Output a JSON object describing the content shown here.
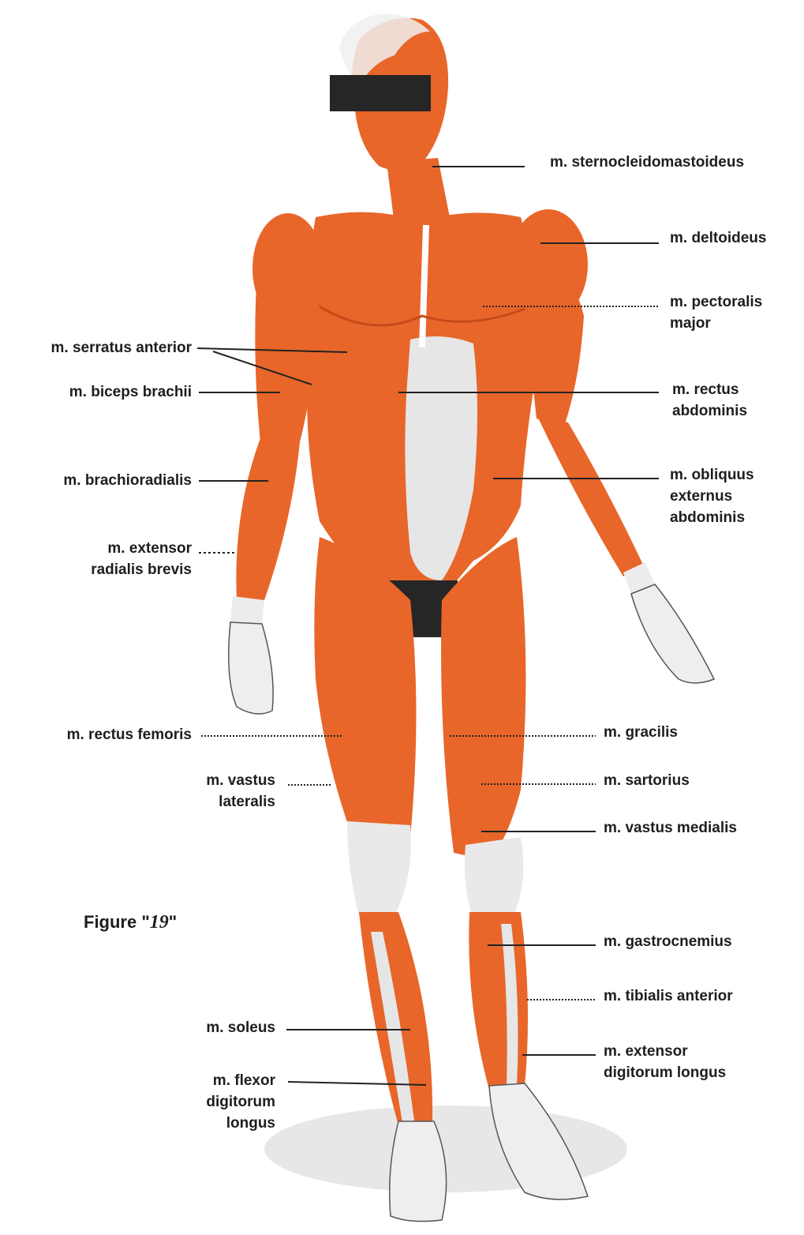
{
  "colors": {
    "muscle": "#e8662a",
    "muscle_dark": "#c44a1a",
    "tendon": "#e6e6e6",
    "shadow": "#d8d8d8",
    "ink": "#1e1e1e",
    "censor": "#262626"
  },
  "caption": {
    "prefix": "Figure \"",
    "number": "19",
    "suffix": "\""
  },
  "labels_left": {
    "serratus": "m. serratus anterior",
    "biceps": "m. biceps brachii",
    "brachioradialis": "m. brachioradialis",
    "extensor_radialis": [
      "m. extensor",
      "radialis brevis"
    ],
    "rectus_femoris": "m. rectus femoris",
    "vastus_lateralis": [
      "m. vastus",
      "lateralis"
    ],
    "soleus": "m. soleus",
    "flexor_digitorum": [
      "m. flexor",
      "digitorum",
      "longus"
    ]
  },
  "labels_right": {
    "sternocleidomastoideus": "m. sternocleidomastoideus",
    "deltoideus": "m. deltoideus",
    "pectoralis": [
      "m. pectoralis",
      "major"
    ],
    "rectus_abdominis": [
      "m. rectus",
      "abdominis"
    ],
    "obliquus": [
      "m. obliquus",
      "externus",
      "abdominis"
    ],
    "gracilis": "m. gracilis",
    "sartorius": "m. sartorius",
    "vastus_medialis": "m. vastus medialis",
    "gastrocnemius": "m. gastrocnemius",
    "tibialis": "m. tibialis anterior",
    "extensor_digitorum": [
      "m. extensor",
      "digitorum longus"
    ]
  }
}
